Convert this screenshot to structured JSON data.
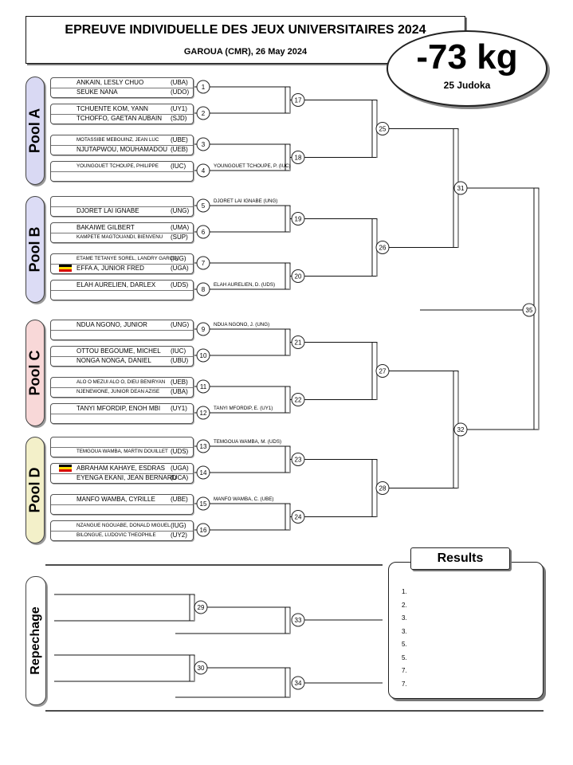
{
  "header": {
    "title": "EPREUVE INDIVIDUELLE DES JEUX UNIVERSITAIRES 2024",
    "subtitle": "GAROUA (CMR), 26 May 2024",
    "weight": "-73 kg",
    "count": "25 Judoka"
  },
  "pools": [
    {
      "label": "Pool A",
      "color": "#d9d9f3"
    },
    {
      "label": "Pool B",
      "color": "#dcdcf5"
    },
    {
      "label": "Pool C",
      "color": "#f8d8d8"
    },
    {
      "label": "Pool D",
      "color": "#f3f0c9"
    }
  ],
  "matches": [
    {
      "num": "1",
      "a": "ANKAIN, LESLY CHUO",
      "ac": "(UBA)",
      "b": "SEUKE NANA",
      "bc": "(UDO)"
    },
    {
      "num": "2",
      "a": "TCHUENTE KOM, YANN",
      "ac": "(UY1)",
      "b": "TCHOFFO, GAETAN AUBAIN",
      "bc": "(SJD)"
    },
    {
      "num": "3",
      "a": "MOTASSIBE MEBOUINZ, JEAN LUC",
      "ac": "(UBE)",
      "b": "NJUTAPWOU, MOUHAMADOU",
      "bc": "(UEB)"
    },
    {
      "num": "4",
      "a": "YOUNGOUET TCHOUPE, PHILIPPE",
      "ac": "(IUC)",
      "b": "",
      "bc": "",
      "w": "YOUNGOUET TCHOUPE, P. (IUC)"
    },
    {
      "num": "5",
      "a": "",
      "ac": "",
      "b": "DJORET LAI IGNABE",
      "bc": "(UNG)",
      "w": "DJORET LAI IGNABE  (UNG)"
    },
    {
      "num": "6",
      "a": "BAKAIWE GILBERT",
      "ac": "(UMA)",
      "b": "KAMPETE MAGTOUANDI, BIENVENU",
      "bc": "(SUP)"
    },
    {
      "num": "7",
      "a": "ETAME TETANYE SOREL, LANDRY GARCIA",
      "ac": "(IUG)",
      "b": "EFFA A, JUNIOR FRED",
      "bc": "(UGA)"
    },
    {
      "num": "8",
      "a": "ELAH AURELIEN, DARLEX",
      "ac": "(UDS)",
      "b": "",
      "bc": "",
      "w": "ELAH AURELIEN, D.  (UDS)"
    },
    {
      "num": "9",
      "a": "NDUA NGONO, JUNIOR",
      "ac": "(UNG)",
      "b": "",
      "bc": "",
      "w": "NDUA NGONO, J.  (UNG)"
    },
    {
      "num": "10",
      "a": "OTTOU BEGOUME, MICHEL",
      "ac": "(IUC)",
      "b": "NONGA NONGA, DANIEL",
      "bc": "(UBU)"
    },
    {
      "num": "11",
      "a": "ALO O MEZUI ALO O, DIEU BENIRYAN",
      "ac": "(UEB)",
      "b": "NJENEWONE, JUNIOR DEAN AZISE",
      "bc": "(UBA)"
    },
    {
      "num": "12",
      "a": "TANYI MFORDIP, ENOH  MBI",
      "ac": "(UY1)",
      "b": "",
      "bc": "",
      "w": "TANYI MFORDIP, E.  (UY1)"
    },
    {
      "num": "13",
      "a": "",
      "ac": "",
      "b": "TEMGOUA WAMBA, MARTIN DOUILLET",
      "bc": "(UDS)",
      "w": "TEMGOUA WAMBA, M.  (UDS)"
    },
    {
      "num": "14",
      "a": "ABRAHAM KAHAYE, ESDRAS",
      "ac": "(UGA)",
      "b": "EYENGA EKANI, JEAN BERNARD",
      "bc": "(UCA)"
    },
    {
      "num": "15",
      "a": "MANFO WAMBA, CYRILLE",
      "ac": "(UBE)",
      "b": "",
      "bc": "",
      "w": "MANFO WAMBA, C.  (UBE)"
    },
    {
      "num": "16",
      "a": "NZANGUE NGOUABE, DONALD MIGUEL",
      "ac": "(IUG)",
      "b": "BILONGUE, LUDOVIC THEOPHILE",
      "bc": "(UY2)"
    }
  ],
  "rounds": {
    "r2": [
      "17",
      "18",
      "19",
      "20",
      "21",
      "22",
      "23",
      "24"
    ],
    "r3": [
      "25",
      "26",
      "27",
      "28"
    ],
    "r4": [
      "31",
      "32"
    ],
    "final": "35",
    "repechage": [
      "29",
      "30",
      "33",
      "34"
    ]
  },
  "repechage_label": "Repechage",
  "results": {
    "title": "Results",
    "ranks": [
      "1.",
      "2.",
      "3.",
      "3.",
      "5.",
      "5.",
      "7.",
      "7."
    ]
  }
}
